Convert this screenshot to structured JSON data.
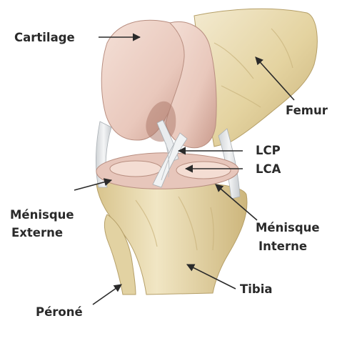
{
  "labels": {
    "cartilage": "Cartilage",
    "femur": "Femur",
    "lcp": "LCP",
    "lca": "LCA",
    "menisque_externe_line1": "Ménisque",
    "menisque_externe_line2": "Externe",
    "menisque_interne_line1": "Ménisque",
    "menisque_interne_line2": "Interne",
    "tibia": "Tibia",
    "perone": "Péroné"
  },
  "colors": {
    "bone": "#e9dcae",
    "bone_shadow": "#c9b47c",
    "cartilage": "#efd3c9",
    "cartilage_shadow": "#c49a8e",
    "ligament": "#e6e8ea",
    "text": "#2a2a2a"
  }
}
